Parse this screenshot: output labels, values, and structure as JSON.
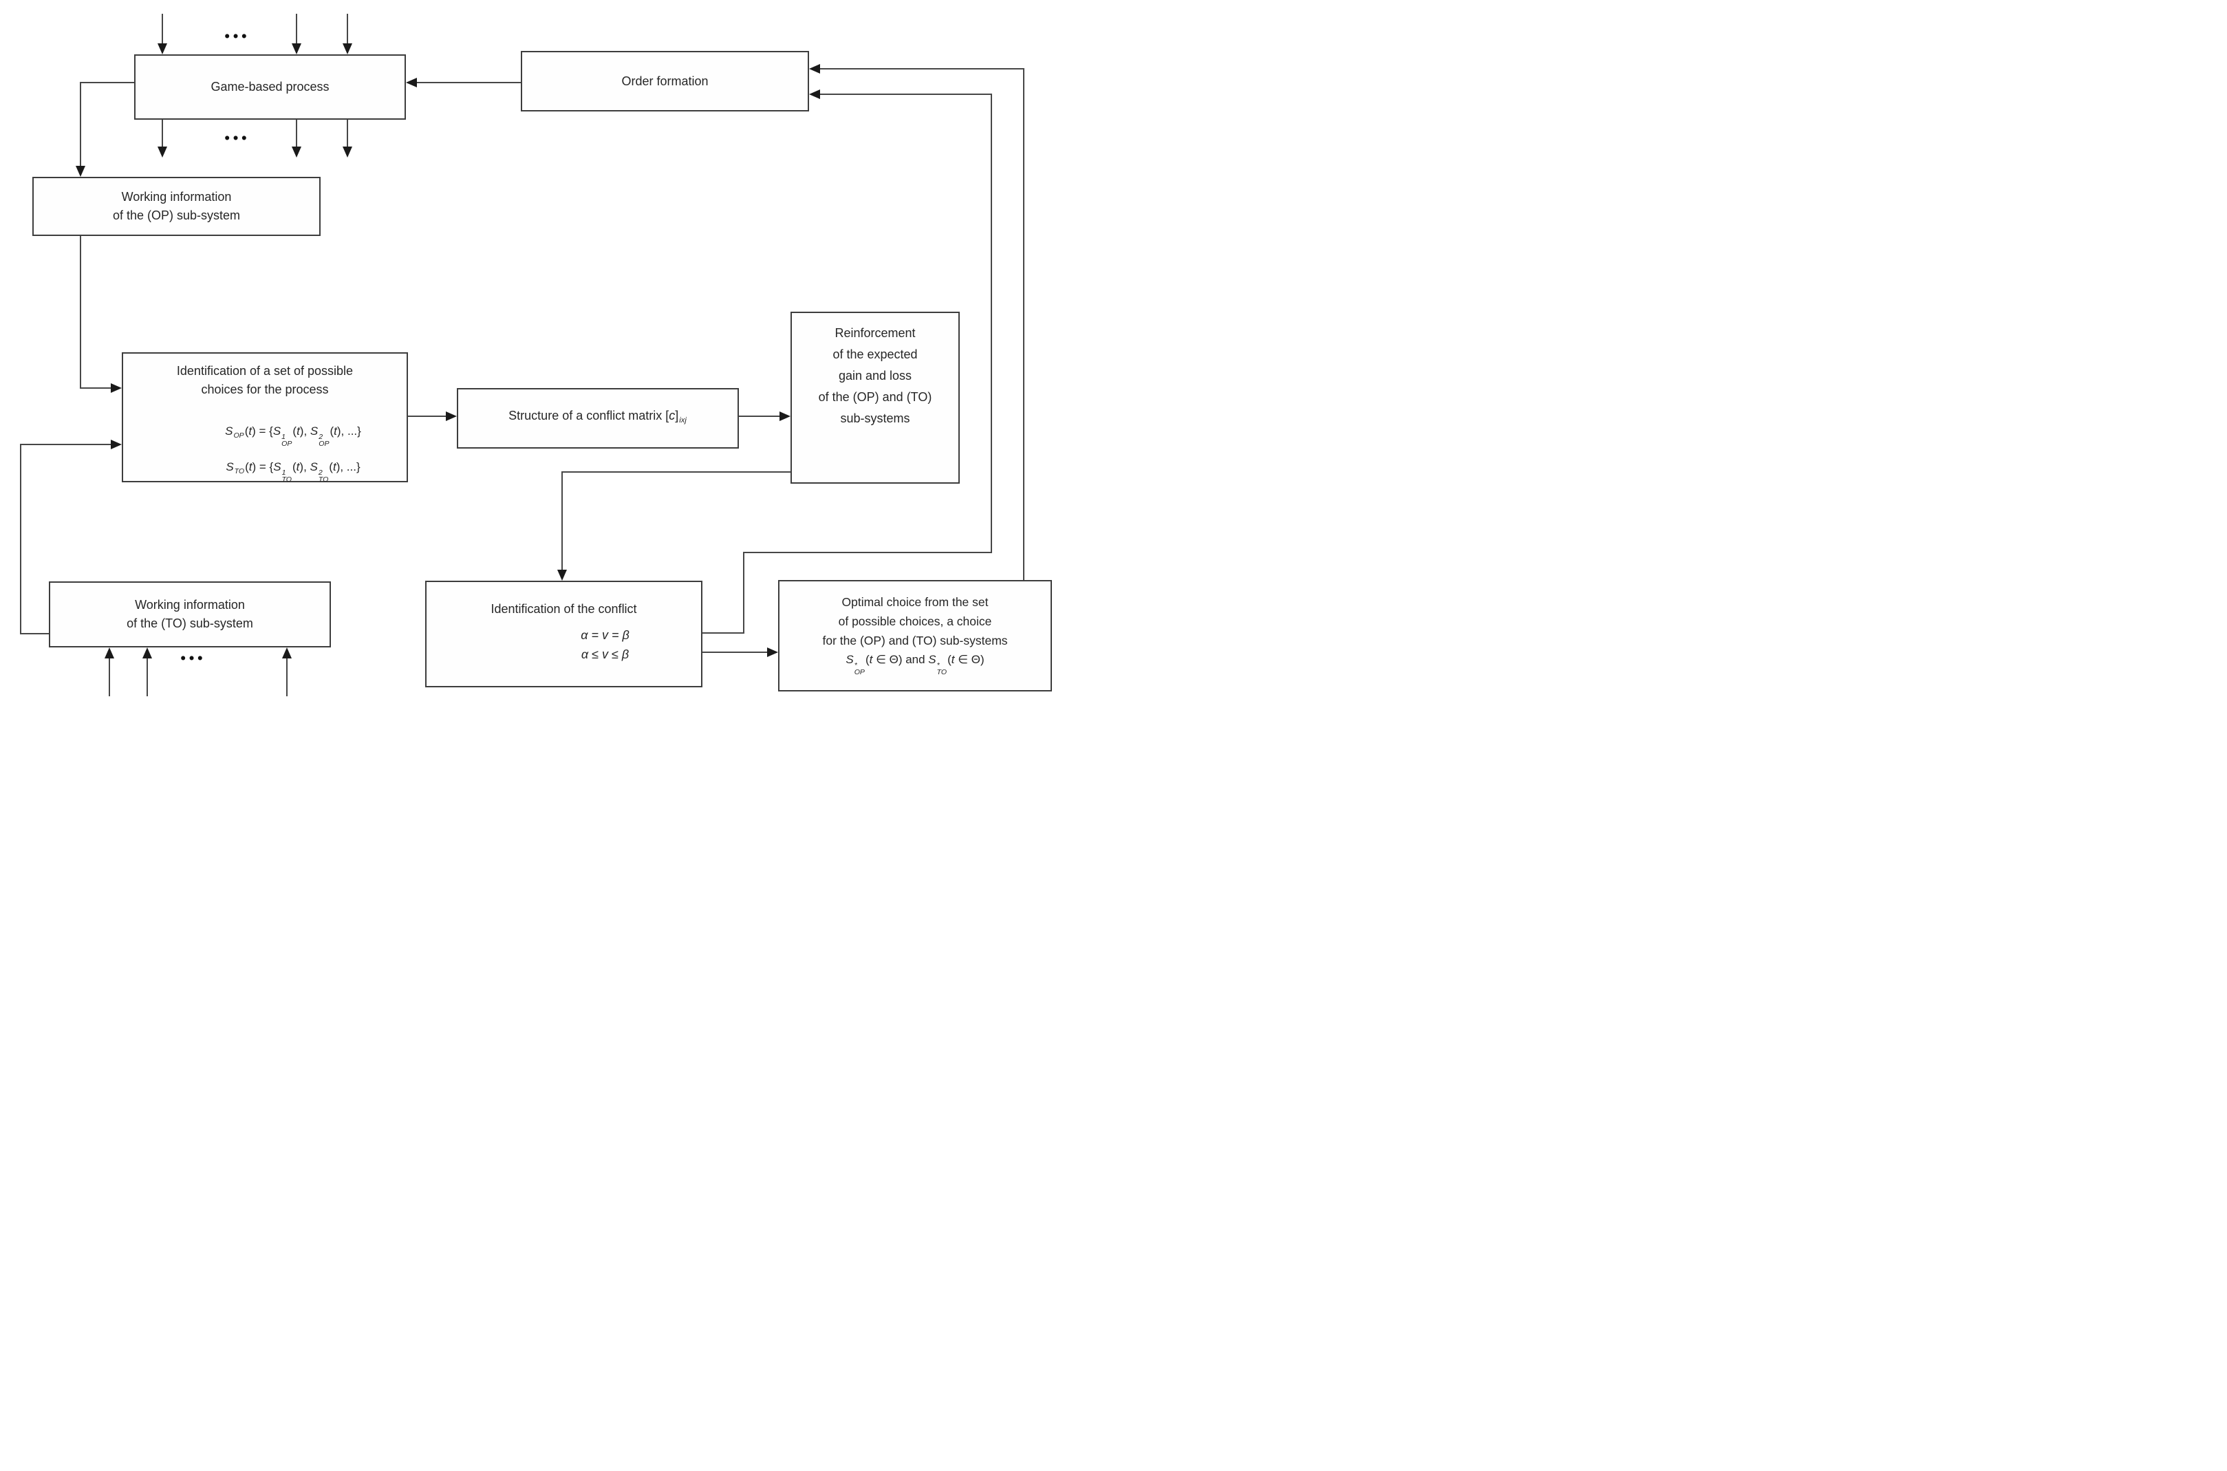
{
  "colors": {
    "line": "#474747",
    "arrow": "#1a1a1a",
    "border": "#3d3d3d",
    "text": "#262626",
    "bg": "#ffffff"
  },
  "dots": "•••",
  "boxes": {
    "game": {
      "label": "Game-based process"
    },
    "order": {
      "label": "Order formation"
    },
    "op": {
      "lines": [
        "Working information",
        "of the (OP) sub-system"
      ]
    },
    "ident": {
      "lines": [
        "Identification of a set of possible",
        "choices for the process"
      ]
    },
    "reinf": {
      "lines": [
        "Reinforcement",
        "of the expected",
        "gain and loss",
        "of the (OP) and (TO)",
        "sub-systems"
      ]
    },
    "conflict": {
      "title": "Identification of the conflict",
      "eq1": "α = v = β",
      "eq2": "α ≤ v ≤ β"
    },
    "optimal": {
      "lines": [
        "Optimal choice from the set",
        "of possible choices, a choice",
        "for the (OP) and (TO) sub-systems"
      ]
    },
    "to": {
      "lines": [
        "Working information",
        "of the (TO) sub-system"
      ]
    }
  },
  "formulas": {
    "sop": [
      [
        "i",
        "S"
      ],
      [
        "s",
        "OP"
      ],
      [
        "n",
        "("
      ],
      [
        "i",
        "t"
      ],
      [
        "n",
        ") = {"
      ],
      [
        "i",
        "S"
      ],
      [
        "b",
        "OP",
        "1"
      ],
      [
        "n",
        "("
      ],
      [
        "i",
        "t"
      ],
      [
        "n",
        "), "
      ],
      [
        "i",
        "S"
      ],
      [
        "b",
        "OP",
        "2"
      ],
      [
        "n",
        "("
      ],
      [
        "i",
        "t"
      ],
      [
        "n",
        "), ...}"
      ]
    ],
    "sto": [
      [
        "i",
        "S"
      ],
      [
        "s",
        "TO"
      ],
      [
        "n",
        "("
      ],
      [
        "i",
        "t"
      ],
      [
        "n",
        ") = {"
      ],
      [
        "i",
        "S"
      ],
      [
        "b",
        "TO",
        "1"
      ],
      [
        "n",
        "("
      ],
      [
        "i",
        "t"
      ],
      [
        "n",
        "), "
      ],
      [
        "i",
        "S"
      ],
      [
        "b",
        "TO",
        "2"
      ],
      [
        "n",
        "("
      ],
      [
        "i",
        "t"
      ],
      [
        "n",
        "), ...}"
      ]
    ],
    "matrix": [
      [
        "n",
        "Structure of a conflict matrix ["
      ],
      [
        "i",
        "c"
      ],
      [
        "n",
        "]"
      ],
      [
        "s",
        "ixj"
      ]
    ],
    "optimal_eq": [
      [
        "i",
        "S"
      ],
      [
        "b",
        "OP",
        "*"
      ],
      [
        "n",
        "("
      ],
      [
        "i",
        "t"
      ],
      [
        "n",
        " ∈ Θ) and "
      ],
      [
        "i",
        "S"
      ],
      [
        "b",
        "TO",
        "*"
      ],
      [
        "n",
        "("
      ],
      [
        "i",
        "t"
      ],
      [
        "n",
        " ∈ Θ)"
      ]
    ]
  }
}
